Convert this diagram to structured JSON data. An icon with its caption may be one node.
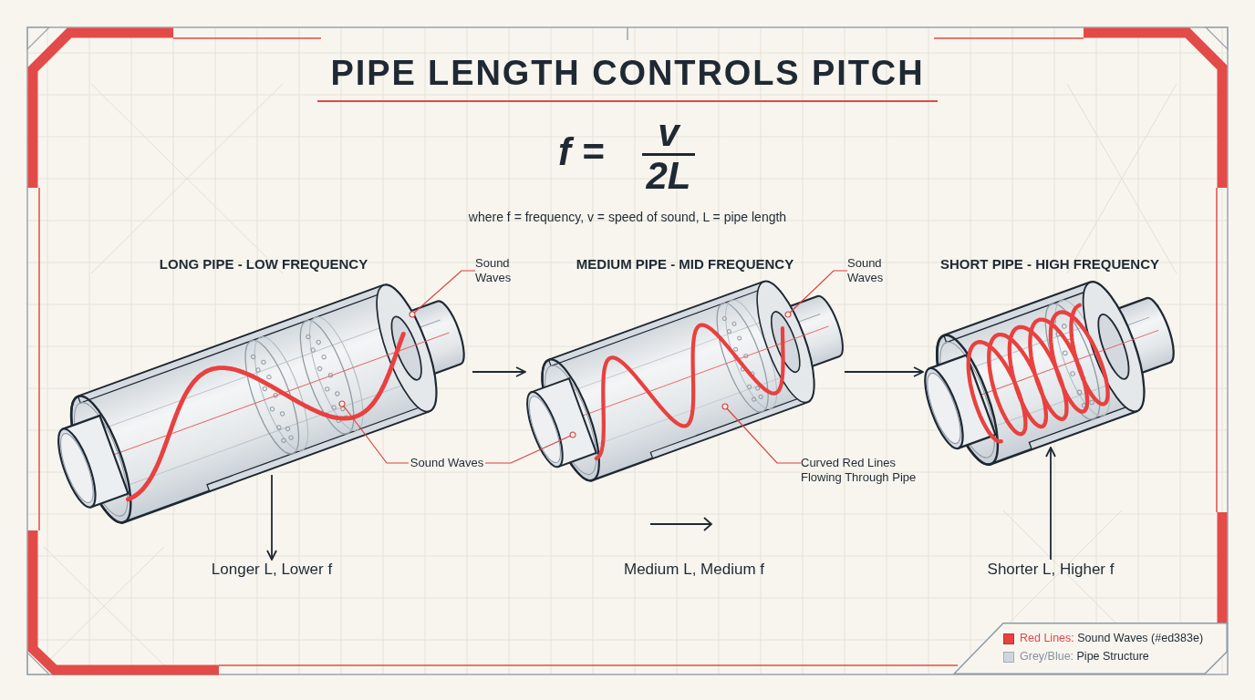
{
  "diagram": {
    "title": "PIPE LENGTH CONTROLS PITCH",
    "nodes": [
      {
        "text": [
          "LONG PIPE - LOW FREQUENCY"
        ]
      },
      {
        "text": [
          "MEDIUM PIPE - MID FREQUENCY"
        ]
      },
      {
        "text": [
          "SHORT PIPE - HIGH FREQUENCY"
        ]
      },
      {
        "text": [
          "Sound Waves"
        ]
      },
      {
        "text": [
          "Sound Waves"
        ]
      },
      {
        "text": [
          "Sound Waves"
        ]
      },
      {
        "text": [
          "Curved Red Lines Flowing Through Pipe"
        ]
      },
      {
        "text": [
          "Longer L, Lower f"
        ]
      },
      {
        "text": [
          "Shorter L, Higher f"
        ]
      }
    ],
    "edges": [
      {
        "from": 0,
        "to": 1,
        "arrow": "to",
        "color": "#1f2933"
      },
      {
        "from": 1,
        "to": 2,
        "arrow": "to",
        "color": "#1f2933"
      },
      {
        "from": 0,
        "to": 7,
        "arrow": "to",
        "color": "#1f2933"
      },
      {
        "from": 8,
        "to": 2,
        "arrow": "to",
        "color": "#1f2933"
      },
      {
        "from": 3,
        "to": 0,
        "arrow": "other"
      },
      {
        "from": 4,
        "to": 0,
        "arrow": "other"
      },
      {
        "from": 4,
        "to": 1,
        "arrow": "other"
      },
      {
        "from": 5,
        "to": 1,
        "arrow": "other"
      },
      {
        "from": 6,
        "to": 1,
        "arrow": "other"
      }
    ],
    "labels": [
      "f =",
      "v",
      "2L",
      "where f = frequency, v = speed of sound, L = pipe length",
      "Medium L, Medium f"
    ],
    "legend": [
      {
        "text": "Red Lines: Sound Waves (#ed383e)",
        "color": "#e8413f"
      },
      {
        "text": "Grey/Blue: Pipe Structure",
        "color": "#cfd6dc"
      }
    ]
  }
}
